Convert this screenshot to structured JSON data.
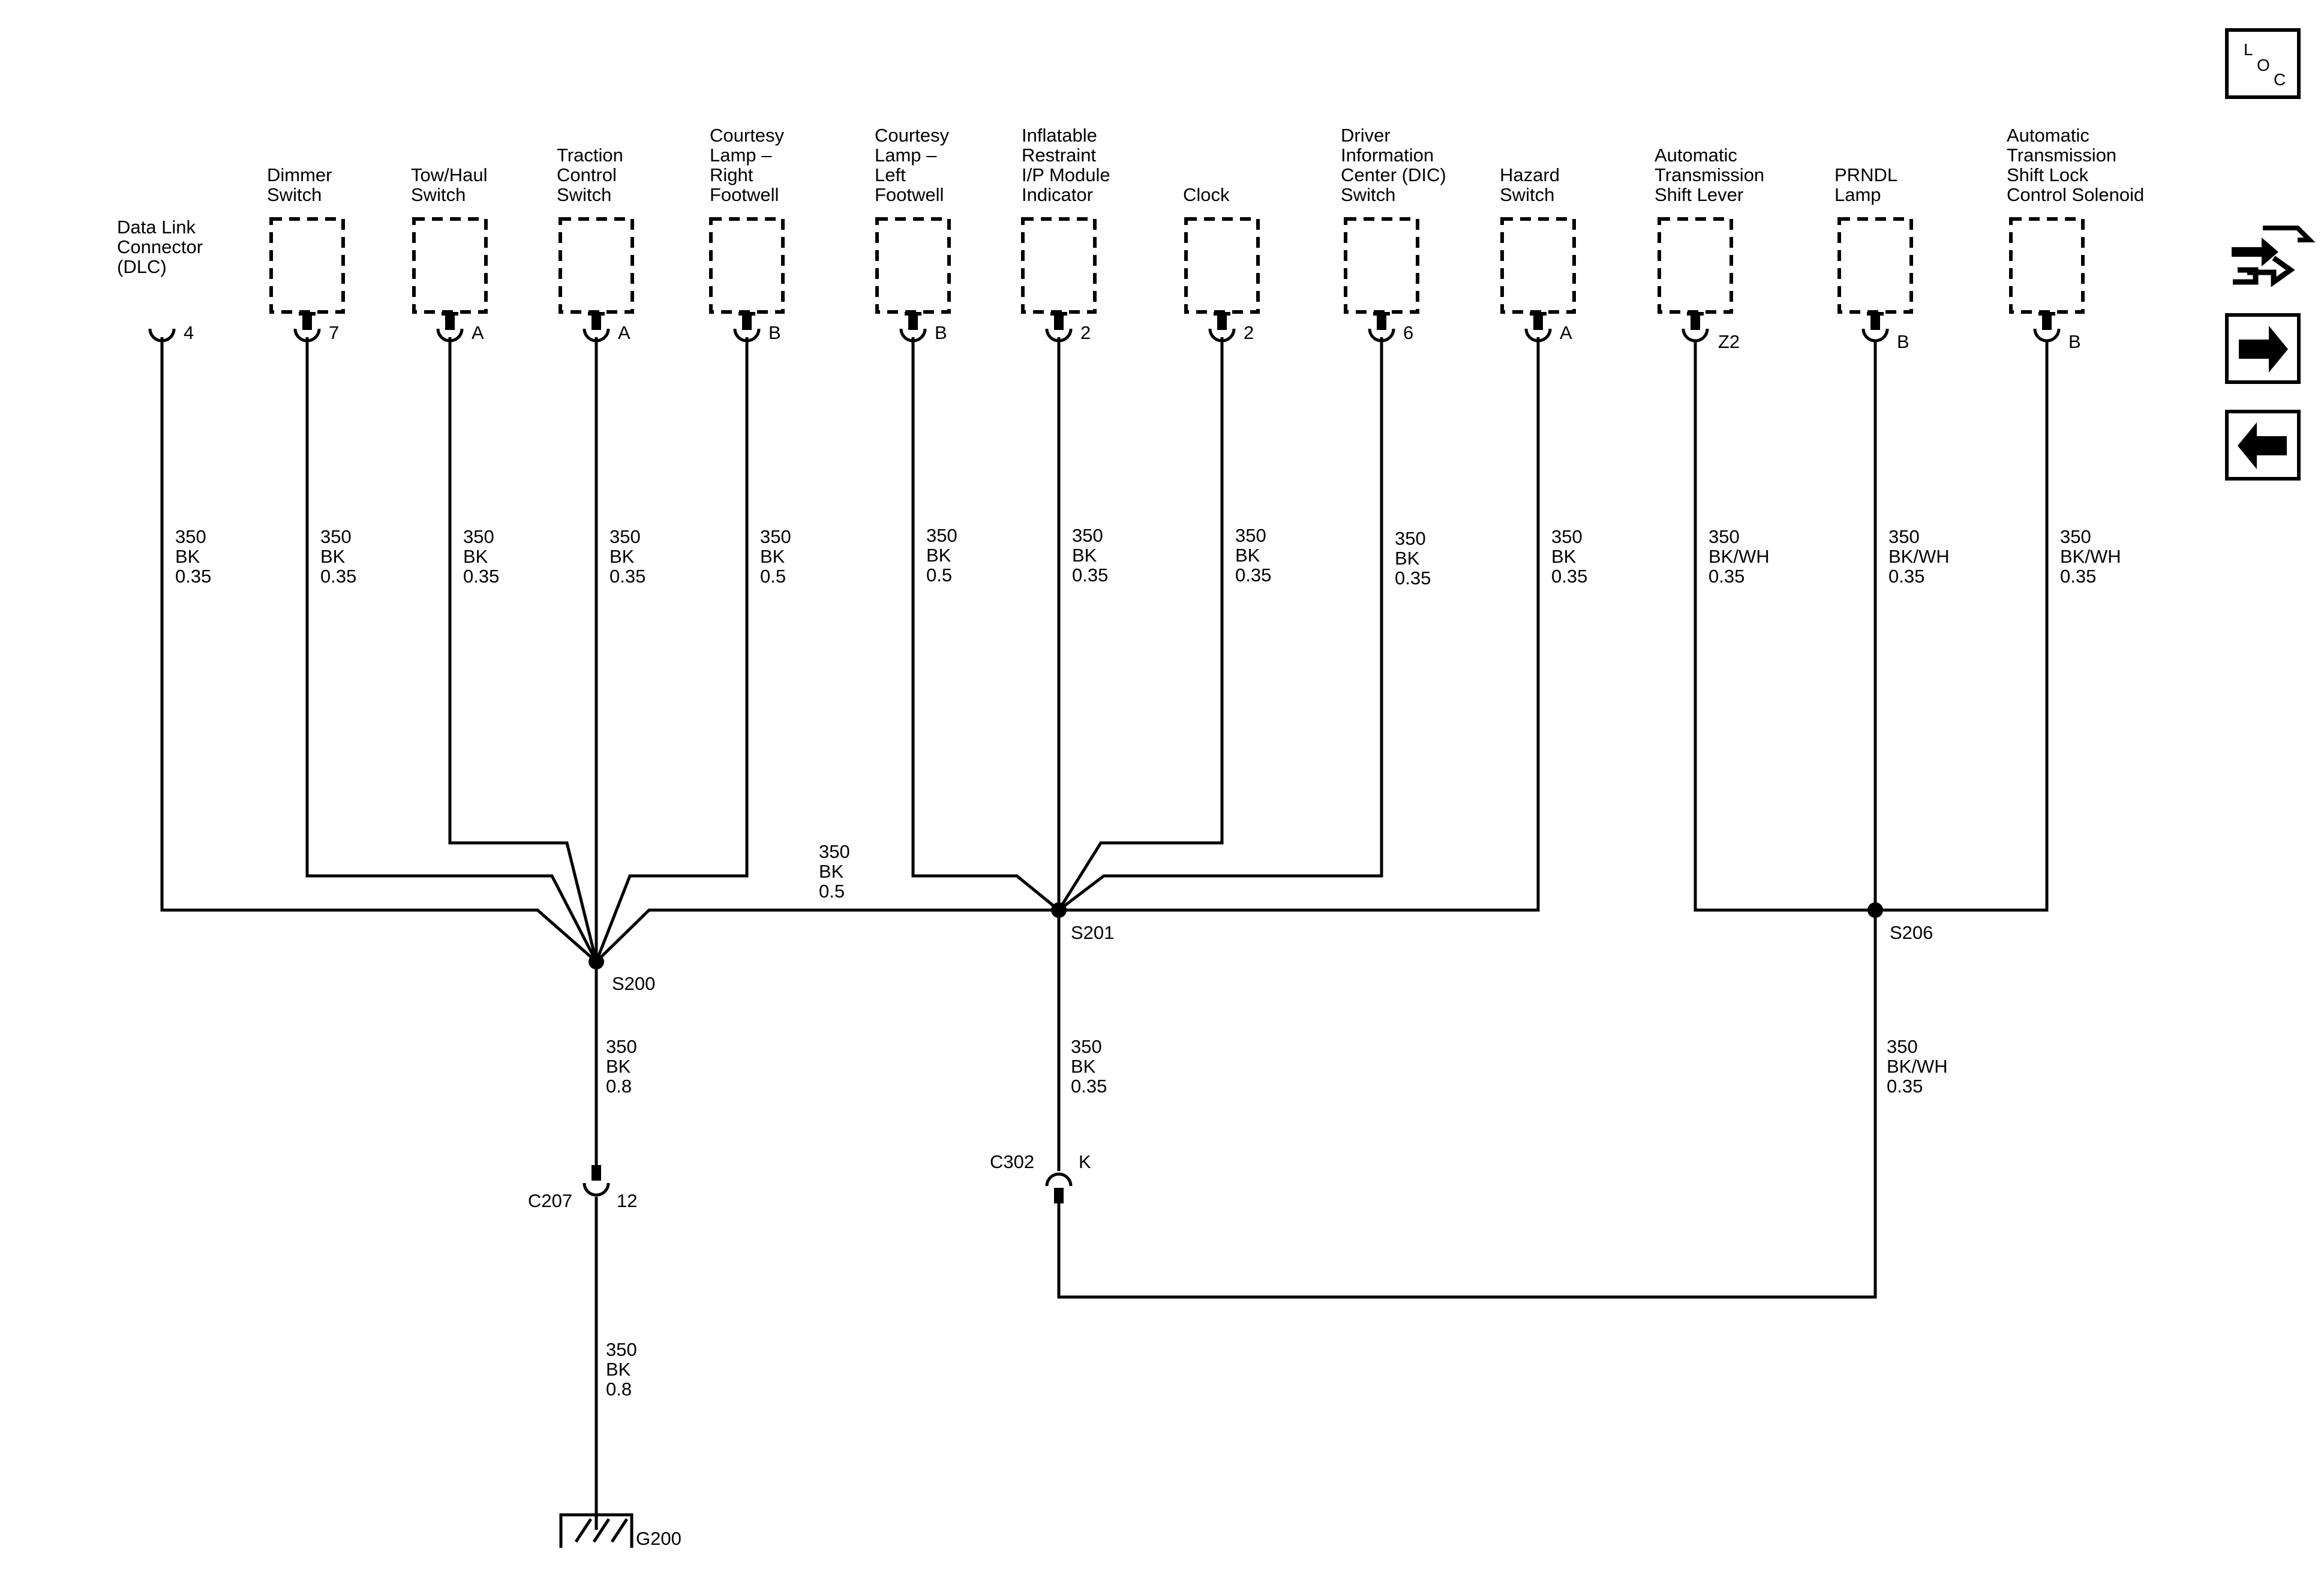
{
  "components": [
    {
      "name": [
        "Data Link",
        "Connector",
        "(DLC)"
      ],
      "pin": "4",
      "wire": [
        "350",
        "BK",
        "0.35"
      ],
      "boxed": false
    },
    {
      "name": [
        "Dimmer",
        "Switch"
      ],
      "pin": "7",
      "wire": [
        "350",
        "BK",
        "0.35"
      ],
      "boxed": true
    },
    {
      "name": [
        "Tow/Haul",
        "Switch"
      ],
      "pin": "A",
      "wire": [
        "350",
        "BK",
        "0.35"
      ],
      "boxed": true
    },
    {
      "name": [
        "Traction",
        "Control",
        "Switch"
      ],
      "pin": "A",
      "wire": [
        "350",
        "BK",
        "0.35"
      ],
      "boxed": true
    },
    {
      "name": [
        "Courtesy",
        "Lamp –",
        "Right",
        "Footwell"
      ],
      "pin": "B",
      "wire": [
        "350",
        "BK",
        "0.5"
      ],
      "boxed": true
    },
    {
      "name": [
        "Courtesy",
        "Lamp –",
        "Left",
        "Footwell"
      ],
      "pin": "B",
      "wire": [
        "350",
        "BK",
        "0.5"
      ],
      "boxed": true
    },
    {
      "name": [
        "Inflatable",
        "Restraint",
        "I/P Module",
        "Indicator"
      ],
      "pin": "2",
      "wire": [
        "350",
        "BK",
        "0.35"
      ],
      "boxed": true
    },
    {
      "name": [
        "Clock"
      ],
      "pin": "2",
      "wire": [
        "350",
        "BK",
        "0.35"
      ],
      "boxed": true
    },
    {
      "name": [
        "Driver",
        "Information",
        "Center (DIC)",
        "Switch"
      ],
      "pin": "6",
      "wire": [
        "350",
        "BK",
        "0.35"
      ],
      "boxed": true
    },
    {
      "name": [
        "Hazard",
        "Switch"
      ],
      "pin": "A",
      "wire": [
        "350",
        "BK",
        "0.35"
      ],
      "boxed": true
    },
    {
      "name": [
        "Automatic",
        "Transmission",
        "Shift Lever"
      ],
      "pin": "Z2",
      "wire": [
        "350",
        "BK/WH",
        "0.35"
      ],
      "boxed": true
    },
    {
      "name": [
        "PRNDL",
        "Lamp"
      ],
      "pin": "B",
      "wire": [
        "350",
        "BK/WH",
        "0.35"
      ],
      "boxed": true
    },
    {
      "name": [
        "Automatic",
        "Transmission",
        "Shift Lock",
        "Control Solenoid"
      ],
      "pin": "B",
      "wire": [
        "350",
        "BK/WH",
        "0.35"
      ],
      "boxed": true
    }
  ],
  "splices": {
    "s200": "S200",
    "s201": "S201",
    "s206": "S206"
  },
  "bus_wire": [
    "350",
    "BK",
    "0.5"
  ],
  "s200_down_wire": [
    "350",
    "BK",
    "0.8"
  ],
  "s201_down_wire": [
    "350",
    "BK",
    "0.35"
  ],
  "s206_down_wire": [
    "350",
    "BK/WH",
    "0.35"
  ],
  "c207": {
    "name": "C207",
    "pin": "12"
  },
  "c207_down_wire": [
    "350",
    "BK",
    "0.8"
  ],
  "c302": {
    "name": "C302",
    "pin": "K"
  },
  "ground": "G200",
  "nav": {
    "loc_letters": [
      "L",
      "O",
      "C"
    ],
    "icons": [
      "connector-end-view-icon",
      "next-page-arrow-icon",
      "previous-page-arrow-icon"
    ]
  }
}
